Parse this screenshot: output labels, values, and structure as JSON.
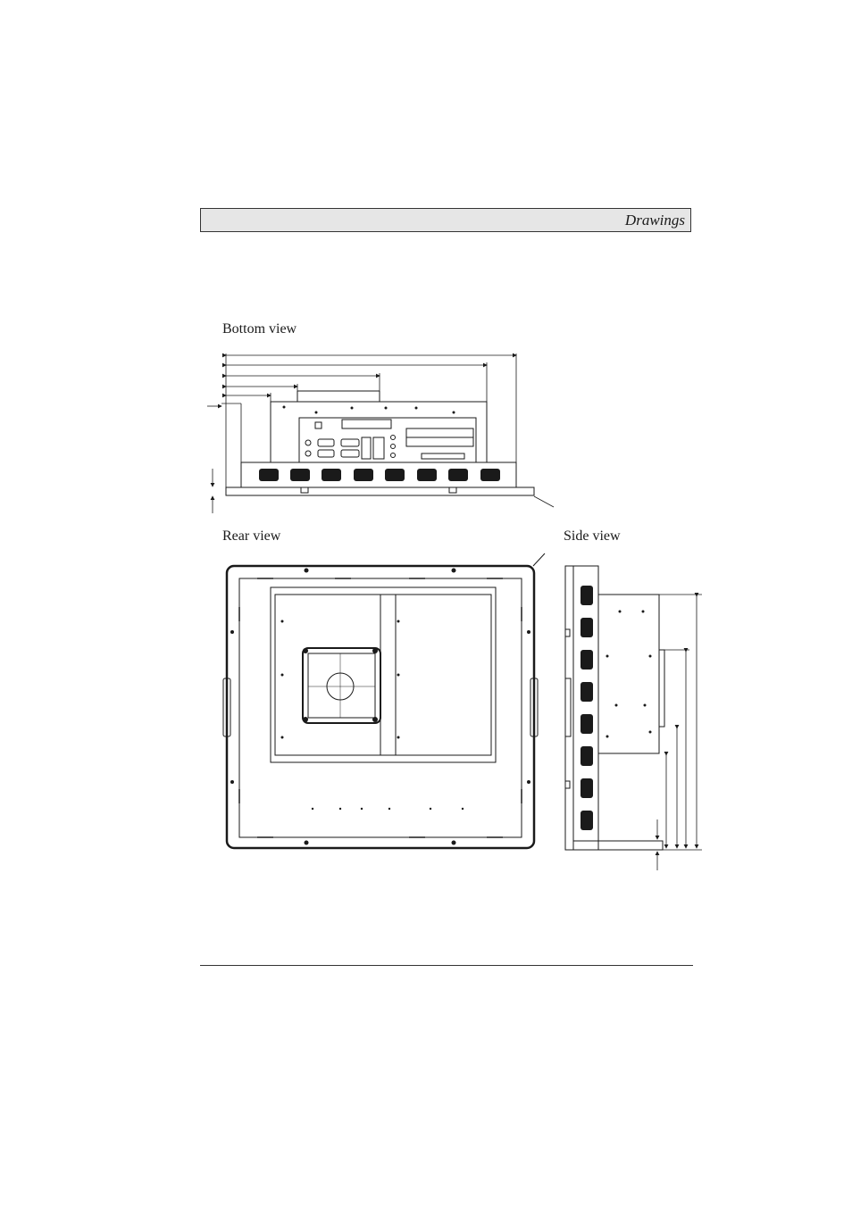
{
  "header": {
    "title": "Drawings"
  },
  "views": {
    "bottom": {
      "label": "Bottom view"
    },
    "rear": {
      "label": "Rear view"
    },
    "side": {
      "label": "Side view"
    }
  },
  "colors": {
    "line": "#1a1a1a",
    "header_bg": "#e6e6e6"
  }
}
